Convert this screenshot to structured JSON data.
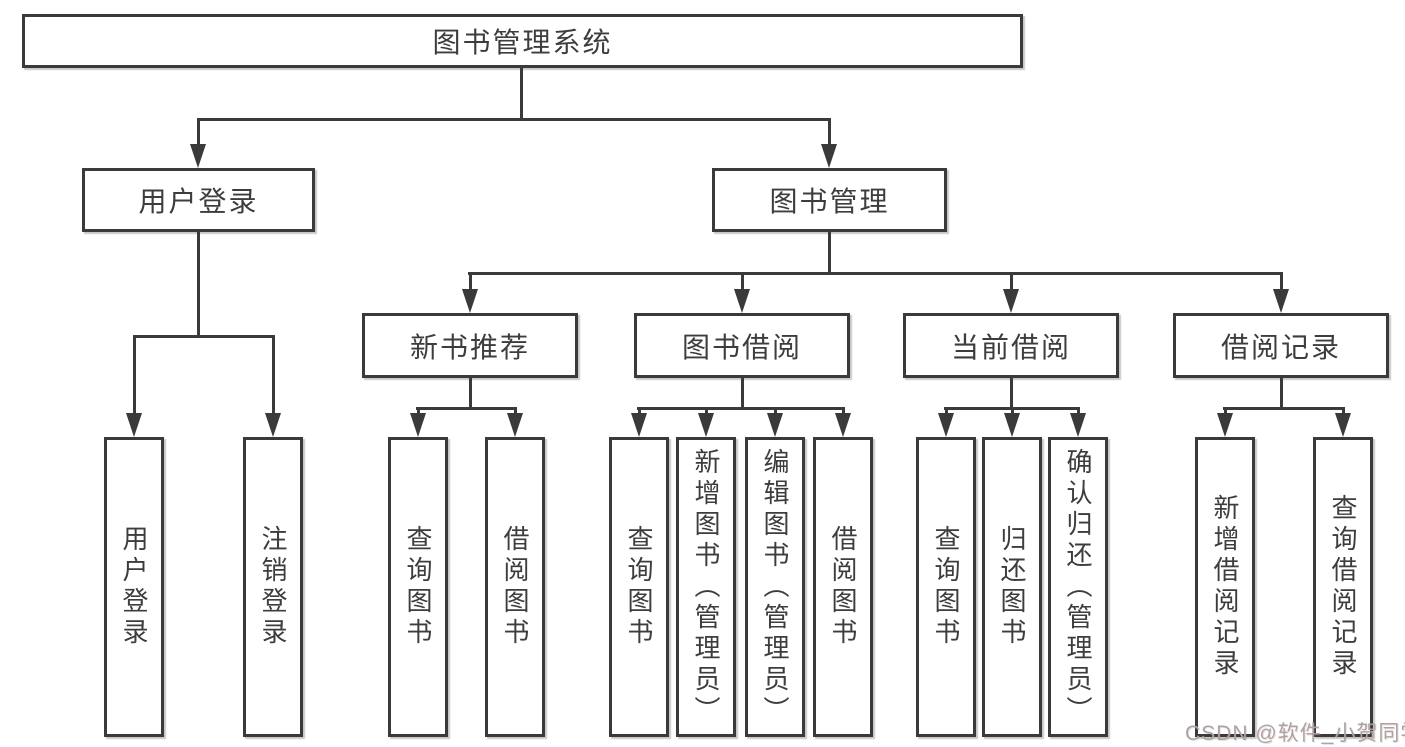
{
  "diagram": {
    "type": "hierarchy-tree",
    "title": "图书管理系统"
  },
  "tree": {
    "root": "图书管理系统",
    "children": [
      {
        "label": "用户登录",
        "leaves": [
          "用户登录",
          "注销登录"
        ]
      },
      {
        "label": "图书管理",
        "groups": [
          {
            "label": "新书推荐",
            "leaves": [
              "查询图书",
              "借阅图书"
            ]
          },
          {
            "label": "图书借阅",
            "leaves": [
              "查询图书",
              "新增图书（管理员）",
              "编辑图书（管理员）",
              "借阅图书"
            ]
          },
          {
            "label": "当前借阅",
            "leaves": [
              "查询图书",
              "归还图书",
              "确认归还（管理员）"
            ]
          },
          {
            "label": "借阅记录",
            "leaves": [
              "新增借阅记录",
              "查询借阅记录"
            ]
          }
        ]
      }
    ]
  },
  "watermark": {
    "text": "CSDN @软件_小贺同学"
  },
  "colors": {
    "line": "#3a3a3a",
    "box_border": "#3a3a3a",
    "text": "#3d3d3d",
    "watermark": "#a6a6a6",
    "background": "#ffffff"
  }
}
